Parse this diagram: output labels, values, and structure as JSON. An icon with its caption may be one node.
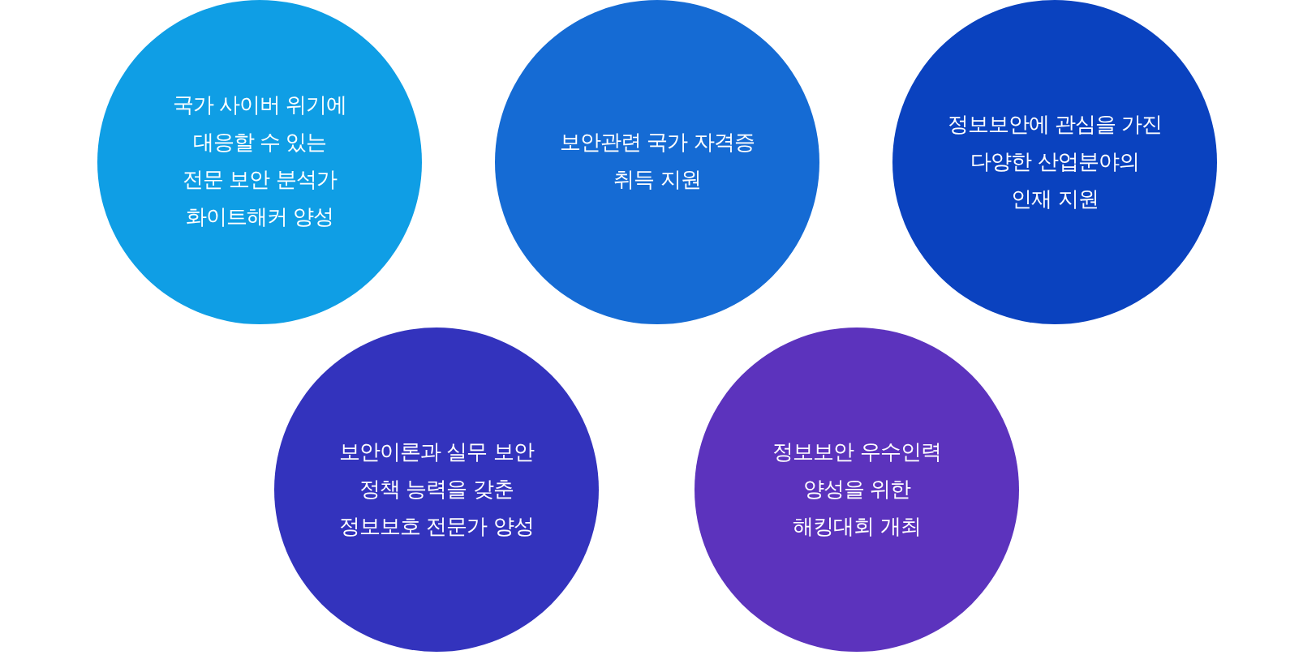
{
  "diagram": {
    "nodes": [
      {
        "text": [
          "국가 사이버 위기에 대응할 수 있는 전문 보안 분석가 화이트해커 양성"
        ]
      },
      {
        "text": [
          "보안관련 국가 자격증 취득 지원"
        ]
      },
      {
        "text": [
          "정보보안에 관심을 가진 다양한 산업분야의 인재 지원"
        ]
      },
      {
        "text": [
          "보안이론과 실무 보안 정책 능력을 갖춘 정보보호 전문가 양성"
        ]
      },
      {
        "text": [
          "정보보안 우수인력 양성을 위한 해킹대회 개최"
        ]
      }
    ]
  }
}
